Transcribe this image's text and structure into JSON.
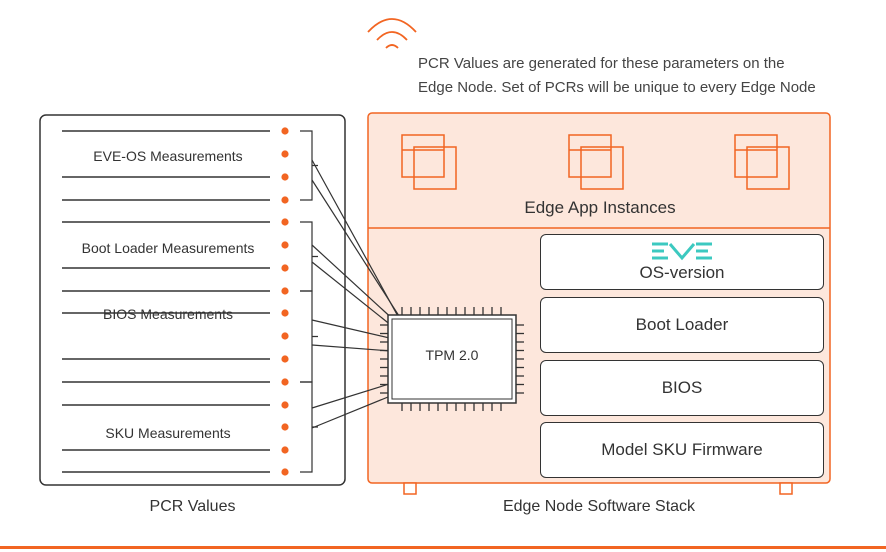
{
  "note": {
    "line1": "PCR Values are generated for these parameters on the",
    "line2": "Edge Node. Set of PCRs will be unique to every Edge Node"
  },
  "pcr_panel": {
    "groups": [
      {
        "label": "EVE-OS Measurements"
      },
      {
        "label": "Boot Loader  Measurements"
      },
      {
        "label": "BIOS  Measurements"
      },
      {
        "label": "SKU  Measurements"
      }
    ],
    "caption": "PCR Values"
  },
  "tpm": {
    "label": "TPM 2.0"
  },
  "edge_node": {
    "apps_label": "Edge App Instances",
    "eve_logo_text": "EVE",
    "stack": [
      {
        "label": "OS-version"
      },
      {
        "label": "Boot Loader"
      },
      {
        "label": "BIOS"
      },
      {
        "label": "Model SKU Firmware"
      }
    ],
    "caption": "Edge Node Software Stack"
  },
  "colors": {
    "accent": "#f26522",
    "panel_fill": "#fde7dc",
    "teal": "#3cc9c0",
    "outline": "#333333"
  }
}
